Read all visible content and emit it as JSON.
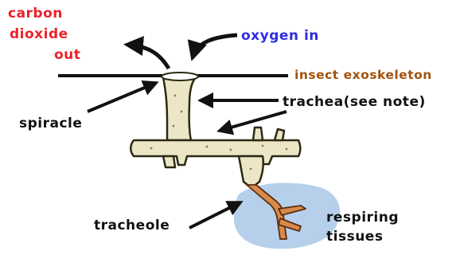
{
  "labels": {
    "co2_line1": "carbon",
    "co2_line2": "dioxide",
    "co2_line3": "out",
    "oxygen": "oxygen in",
    "exoskeleton": "insect exoskeleton",
    "trachea": "trachea(see note)",
    "spiracle": "spiracle",
    "tracheole": "tracheole",
    "respiring_line1": "respiring",
    "respiring_line2": "tissues"
  },
  "colors": {
    "co2_text": "#e8232a",
    "oxygen_text": "#2b2fe0",
    "exoskeleton_text": "#a2520c",
    "body_text": "#111111",
    "trachea_fill": "#ece6c6",
    "trachea_outline": "#2a2a14",
    "tracheole_fill": "#d98a4a",
    "tissue_fill": "#a9c8e8"
  }
}
